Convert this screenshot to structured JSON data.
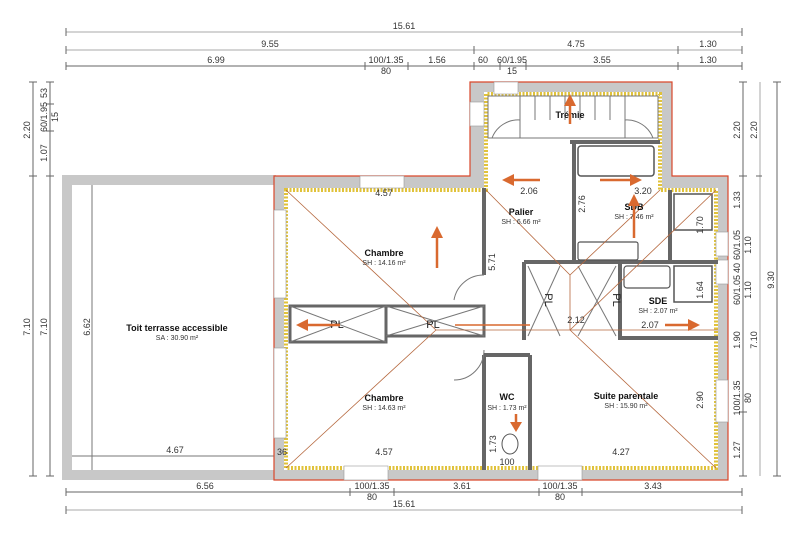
{
  "rooms": {
    "chambre1": {
      "name": "Chambre",
      "area": "SH : 14.16 m²"
    },
    "chambre2": {
      "name": "Chambre",
      "area": "SH : 14.63 m²"
    },
    "palier": {
      "name": "Palier",
      "area": "SH : 6.66 m²"
    },
    "sdb": {
      "name": "SDB",
      "area": "SH : 7.46 m²"
    },
    "sde": {
      "name": "SDE",
      "area": "SH : 2.07 m²"
    },
    "suite": {
      "name": "Suite parentale",
      "area": "SH : 15.90 m²"
    },
    "wc": {
      "name": "WC",
      "area": "SH : 1.73 m²"
    },
    "tremie": {
      "name": "Trémie"
    },
    "terrasse": {
      "name": "Toit terrasse accessible",
      "area": "SA : 30.90 m²"
    },
    "placards": [
      "PL",
      "PL",
      "PL",
      "PL"
    ]
  },
  "dims_top": {
    "total": "15.61",
    "row2": [
      "9.55",
      "4.75",
      "1.30"
    ],
    "row3": [
      "6.99",
      "100/1.35",
      "80",
      "1.56",
      "60",
      "60/1.95",
      "15",
      "3.55",
      "1.30"
    ]
  },
  "dims_bottom": {
    "row1": [
      "6.56",
      "100/1.35",
      "80",
      "3.61",
      "100/1.35",
      "80",
      "3.43"
    ],
    "total": "15.61"
  },
  "dims_left": {
    "outer": [
      "2.20",
      "7.10"
    ],
    "inner": [
      "53",
      "60/1.95",
      "15",
      "1.07",
      "7.10"
    ]
  },
  "dims_right": {
    "inner": [
      "2.20",
      "1.33",
      "60/1.05",
      "40",
      "60/1.05",
      "1.90",
      "100/1.35",
      "80",
      "1.27"
    ],
    "mid": [
      "2.20",
      "1.10",
      "1.10",
      "7.10"
    ],
    "outer": "9.30"
  },
  "dims_interior": {
    "ch1_width": "4.57",
    "ch2_width": "4.57",
    "corridor_len": "5.71",
    "palier_w": "2.06",
    "sdb_w": "3.20",
    "sdb_depth": "2.76",
    "shower1": "1.70",
    "shower2": "1.64",
    "pl_w": "2.12",
    "sde_w": "2.07",
    "suite_h": "2.90",
    "suite_w": "4.27",
    "wc_door": "100",
    "wc_len": "1.73",
    "wall36": "36",
    "terrasse_w": "4.67",
    "terrasse_h": "6.62"
  }
}
